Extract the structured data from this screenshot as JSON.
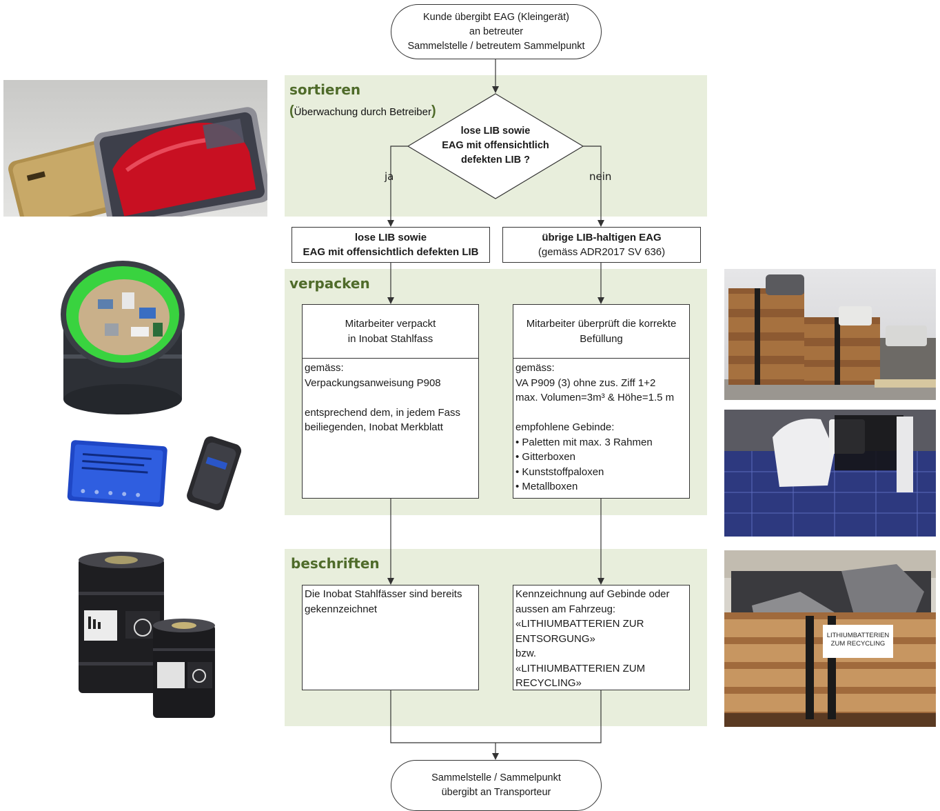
{
  "start": {
    "lines": [
      "Kunde übergibt EAG (Kleingerät)",
      "an betreuter",
      "Sammelstelle / betreutem Sammelpunkt"
    ]
  },
  "sections": {
    "sortieren": {
      "label": "sortieren",
      "sub_open": "(",
      "sub": "Überwachung durch Betreiber",
      "sub_close": ")"
    },
    "verpacken": {
      "label": "verpacken"
    },
    "beschriften": {
      "label": "beschriften"
    }
  },
  "decision": {
    "lines": [
      "lose LIB sowie",
      "EAG mit offensichtlich",
      "defekten LIB ?"
    ],
    "yes": "ja",
    "no": "nein"
  },
  "left_category": {
    "lines": [
      "lose LIB sowie",
      "EAG mit offensichtlich defekten LIB"
    ]
  },
  "right_category": {
    "line1": "übrige LIB-haltigen EAG",
    "line2": "(gemäss ADR2017 SV 636)"
  },
  "left_pack": {
    "title": "Mitarbeiter verpackt\nin Inobat Stahlfass",
    "body": "gemäss:\nVerpackungsanweisung  P908\n\nentsprechend dem, in jedem Fass\nbeiliegenden, Inobat Merkblatt"
  },
  "right_pack": {
    "title": "Mitarbeiter überprüft die korrekte\nBefüllung",
    "body": "gemäss:\nVA P909 (3) ohne zus. Ziff 1+2\nmax. Volumen=3m³ & Höhe=1.5 m\n\nempfohlene Gebinde:\n• Paletten mit max. 3 Rahmen\n• Gitterboxen\n• Kunststoffpaloxen\n• Metallboxen"
  },
  "left_label": {
    "text": "Die Inobat Stahlfässer sind bereits\ngekennzeichnet"
  },
  "right_label": {
    "text": "Kennzeichnung auf Gebinde oder\naussen am Fahrzeug:\n«LITHIUMBATTERIEN ZUR\nENTSORGUNG»\nbzw.\n«LITHIUMBATTERIEN ZUM\nRECYCLING»"
  },
  "end": {
    "lines": [
      "Sammelstelle / Sammelpunkt",
      "übergibt an Transporteur"
    ]
  },
  "photos": {
    "crate_sign": {
      "lines": [
        "LITHIUMBATTERIEN",
        "ZUM RECYCLING"
      ]
    }
  },
  "colors": {
    "band": "#e8eedc",
    "section_green": "#4f6b2a",
    "line": "#333333"
  }
}
